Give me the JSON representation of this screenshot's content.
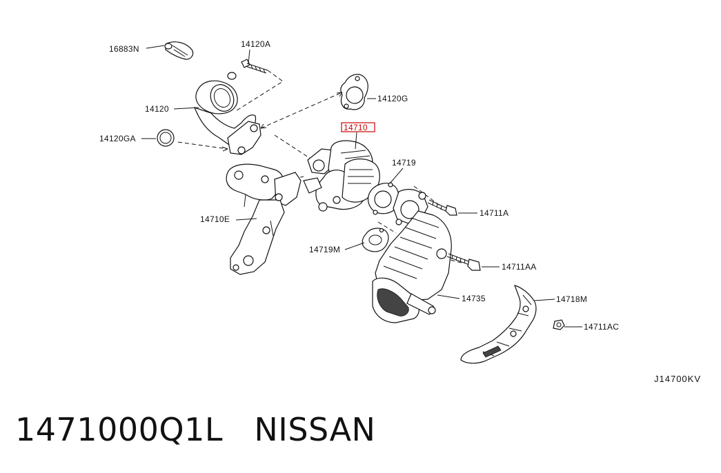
{
  "diagram": {
    "labels": {
      "l16883N": "16883N",
      "l14120A": "14120A",
      "l14120": "14120",
      "l14120G": "14120G",
      "l14120GA": "14120GA",
      "l14710": "14710",
      "l14719": "14719",
      "l14710E": "14710E",
      "l14711A": "14711A",
      "l14719M": "14719M",
      "l14711AA": "14711AA",
      "l14735": "14735",
      "l14718M": "14718M",
      "l14711AC": "14711AC"
    },
    "highlight_color": "#cc0000",
    "highlighted_part": "14710",
    "reference_code": "J14700KV"
  },
  "footer": {
    "part_number": "1471000Q1L",
    "brand": "NISSAN"
  }
}
